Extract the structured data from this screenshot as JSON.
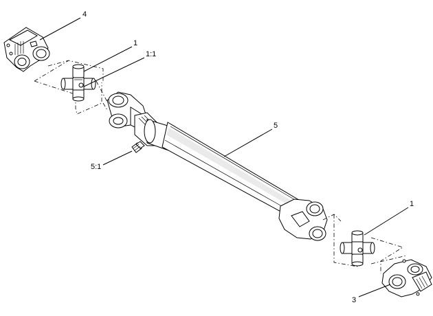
{
  "callouts": [
    {
      "id": "c4",
      "label": "4"
    },
    {
      "id": "c1a",
      "label": "1"
    },
    {
      "id": "c11",
      "label": "1:1"
    },
    {
      "id": "c5",
      "label": "5"
    },
    {
      "id": "c51",
      "label": "5:1"
    },
    {
      "id": "c1b",
      "label": "1"
    },
    {
      "id": "c3",
      "label": "3"
    }
  ]
}
